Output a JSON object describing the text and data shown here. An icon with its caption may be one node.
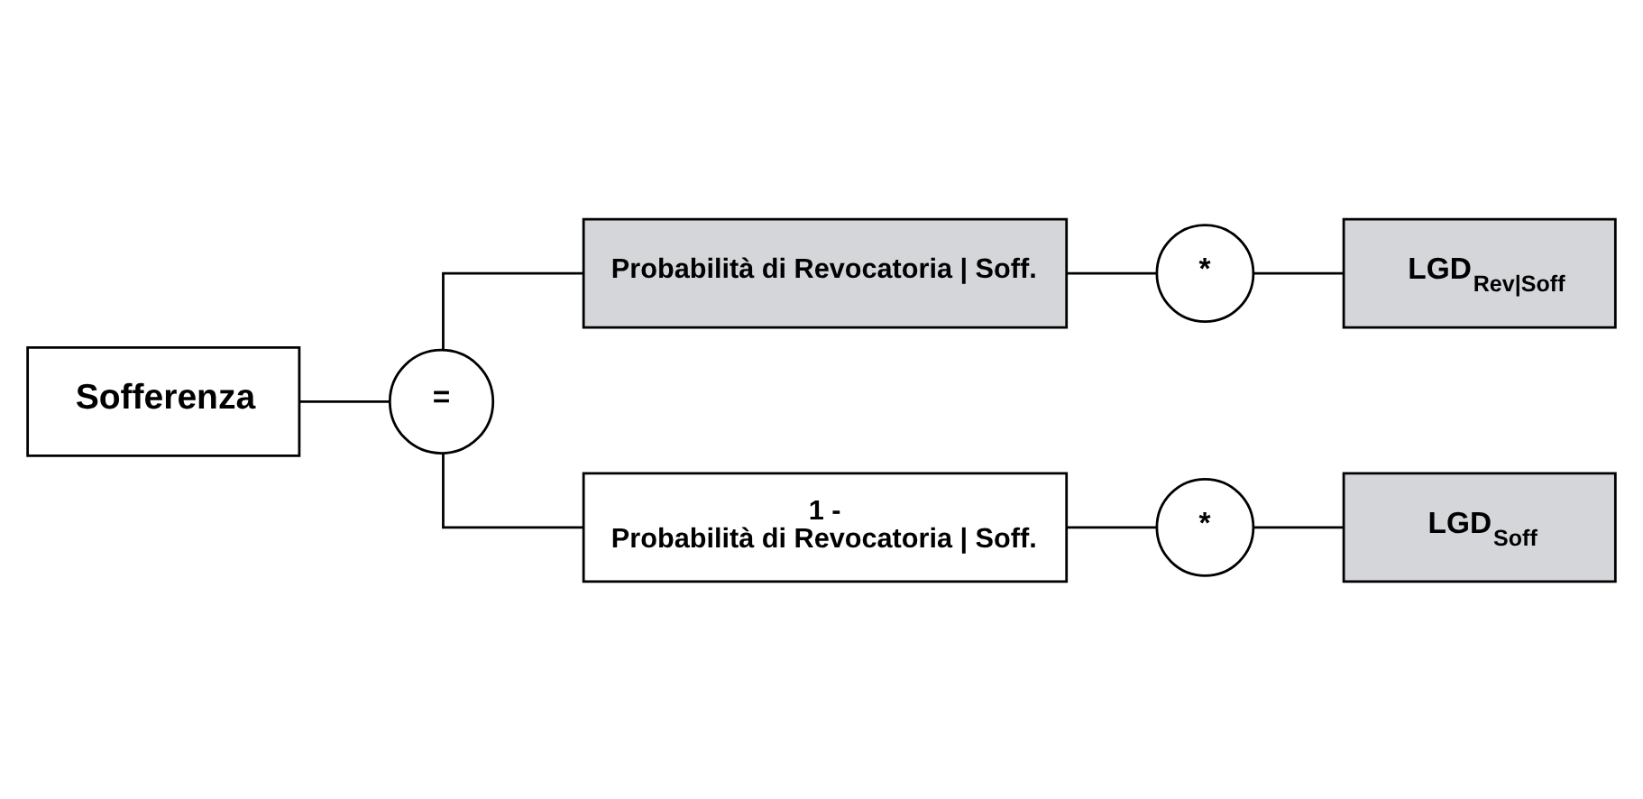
{
  "diagram": {
    "nodes": [
      {
        "text": [
          "Sofferenza"
        ]
      },
      {
        "text": [
          "="
        ]
      },
      {
        "text": [
          "Probabilità di Revocatoria | Soff."
        ]
      },
      {
        "text": [
          "*"
        ]
      },
      {
        "text": [
          "LGD$_{Rev|Soff}$"
        ]
      },
      {
        "text": [
          "1 -",
          "Probabilità di Revocatoria | Soff."
        ]
      },
      {
        "text": [
          "*"
        ]
      },
      {
        "text": [
          "LGD$_{Soff}$"
        ]
      }
    ],
    "edges": [
      {
        "from": 0,
        "to": 1,
        "arrow": "none"
      },
      {
        "from": 1,
        "to": 2,
        "arrow": "none"
      },
      {
        "from": 1,
        "to": 5,
        "arrow": "none"
      },
      {
        "from": 2,
        "to": 3,
        "arrow": "none"
      },
      {
        "from": 3,
        "to": 4,
        "arrow": "none"
      },
      {
        "from": 5,
        "to": 6,
        "arrow": "none"
      },
      {
        "from": 6,
        "to": 7,
        "arrow": "none"
      }
    ]
  }
}
